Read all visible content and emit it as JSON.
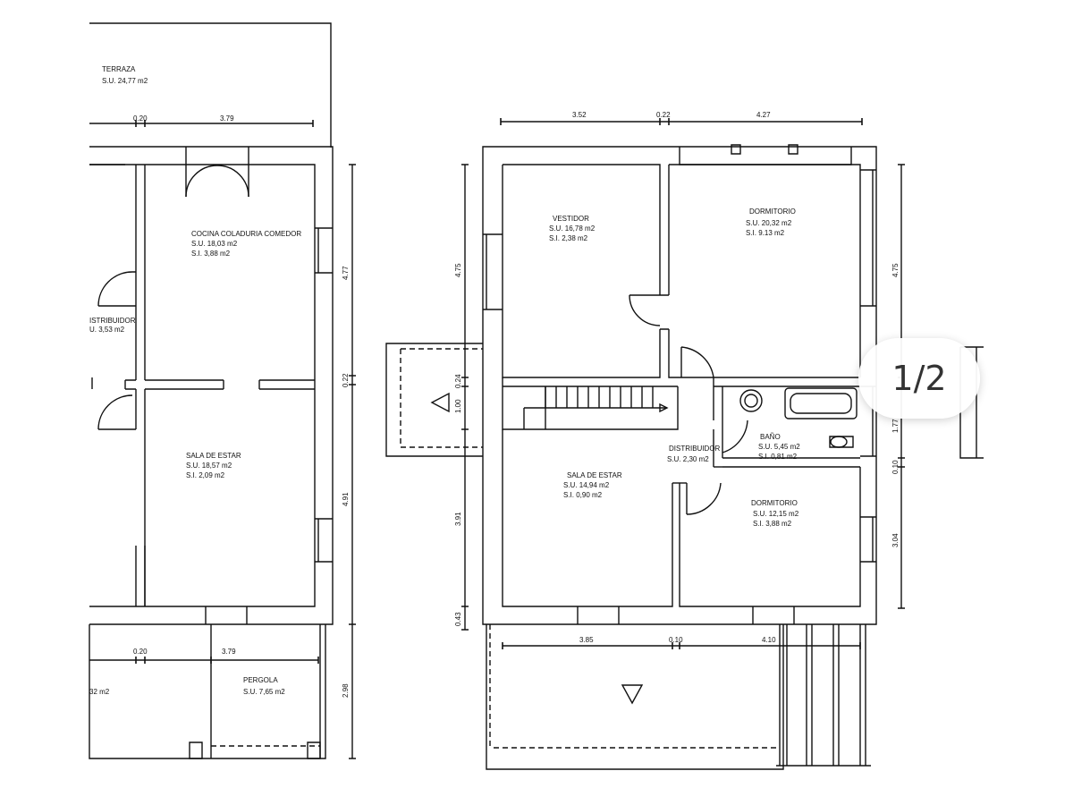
{
  "viewer": {
    "page_indicator": "1/2"
  },
  "left_plan": {
    "terraza": {
      "name": "TERRAZA",
      "su": "S.U.  24,77  m2"
    },
    "cocina": {
      "name": "COCINA  COLADURIA  COMEDOR",
      "su": "S.U.  18,03  m2",
      "si": "S.I.  3,88  m2"
    },
    "distribuidor": {
      "name": "ISTRIBUIDOR",
      "su": "U.  3,53  m2"
    },
    "sala": {
      "name": "SALA  DE  ESTAR",
      "su": "S.U.  18,57  m2",
      "si": "S.I.  2,09  m2"
    },
    "pergola": {
      "name": "PERGOLA",
      "su": "S.U.  7,65  m2"
    },
    "partial_area": "32  m2",
    "dims": {
      "top_a": "0.20",
      "top_b": "3.79",
      "right_a": "4.77",
      "right_b": "0.22",
      "right_c": "4.91",
      "right_d": "2.98",
      "bottom_a": "0.20",
      "bottom_b": "3.79"
    }
  },
  "right_plan": {
    "vestidor": {
      "name": "VESTIDOR",
      "su": "S.U.  16,78  m2",
      "si": "S.I.  2,38  m2"
    },
    "dormitorio1": {
      "name": "DORMITORIO",
      "su": "S.U.  20,32  m2",
      "si": "S.I.      9.13  m2"
    },
    "bano": {
      "name": "BAÑO",
      "su": "S.U.  5,45  m2",
      "si": "S.I.  0,81  m2"
    },
    "distribuidor": {
      "name": "DISTRIBUIDOR",
      "su": "S.U.  2,30  m2"
    },
    "sala": {
      "name": "SALA  DE  ESTAR",
      "su": "S.U.  14,94  m2",
      "si": "S.I.  0,90  m2"
    },
    "dormitorio2": {
      "name": "DORMITORIO",
      "su": "S.U.  12,15  m2",
      "si": "S.I.  3,88  m2"
    },
    "dims": {
      "top_a": "3.52",
      "top_b": "0.22",
      "top_c": "4.27",
      "left_a": "4.75",
      "left_b": "0.24",
      "left_c": "1.00",
      "left_d": "3.91",
      "left_e": "0.43",
      "right_a": "4.75",
      "right_b": "1.77",
      "right_c": "0.10",
      "right_d": "3.04",
      "bottom_a": "3.85",
      "bottom_b": "0.10",
      "bottom_c": "4.10"
    }
  }
}
